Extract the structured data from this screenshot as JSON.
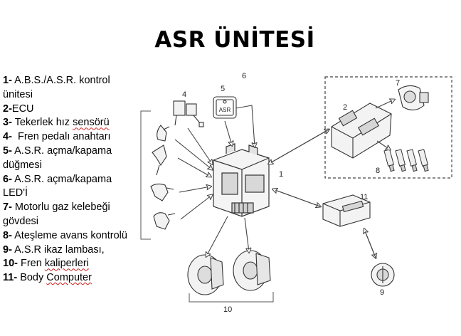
{
  "title": "ASR ÜNİTESİ",
  "legend": [
    {
      "num": "1-",
      "text": "A.B.S./A.S.R. kontrol ünitesi"
    },
    {
      "num": "2-",
      "text": "ECU"
    },
    {
      "num": "3-",
      "pre": " Tekerlek hız ",
      "sq": "sensörü",
      "post": ""
    },
    {
      "num": "4-",
      "text": "  Fren pedalı anahtarı"
    },
    {
      "num": "5-",
      "text": " A.S.R. açma/kapama düğmesi"
    },
    {
      "num": "6-",
      "text": " A.S.R. açma/kapama LED'İ"
    },
    {
      "num": "7-",
      "text": " Motorlu gaz kelebeği gövdesi"
    },
    {
      "num": "8-",
      "text": " Ateşleme avans kontrolü"
    },
    {
      "num": "9-",
      "text": " A.S.R ikaz lambası,"
    },
    {
      "num": "10-",
      "pre": " Fren ",
      "sq": "kaliperleri",
      "post": ""
    },
    {
      "num": "11-",
      "pre": " Body ",
      "sq": "Computer",
      "post": ""
    }
  ],
  "diagram": {
    "labels": {
      "n1": "1",
      "n2": "2",
      "n4": "4",
      "n5": "5",
      "n6": "6",
      "n7": "7",
      "n8": "8",
      "n9": "9",
      "n10": "10",
      "n11": "11"
    },
    "asr_button_text": "ASR"
  }
}
